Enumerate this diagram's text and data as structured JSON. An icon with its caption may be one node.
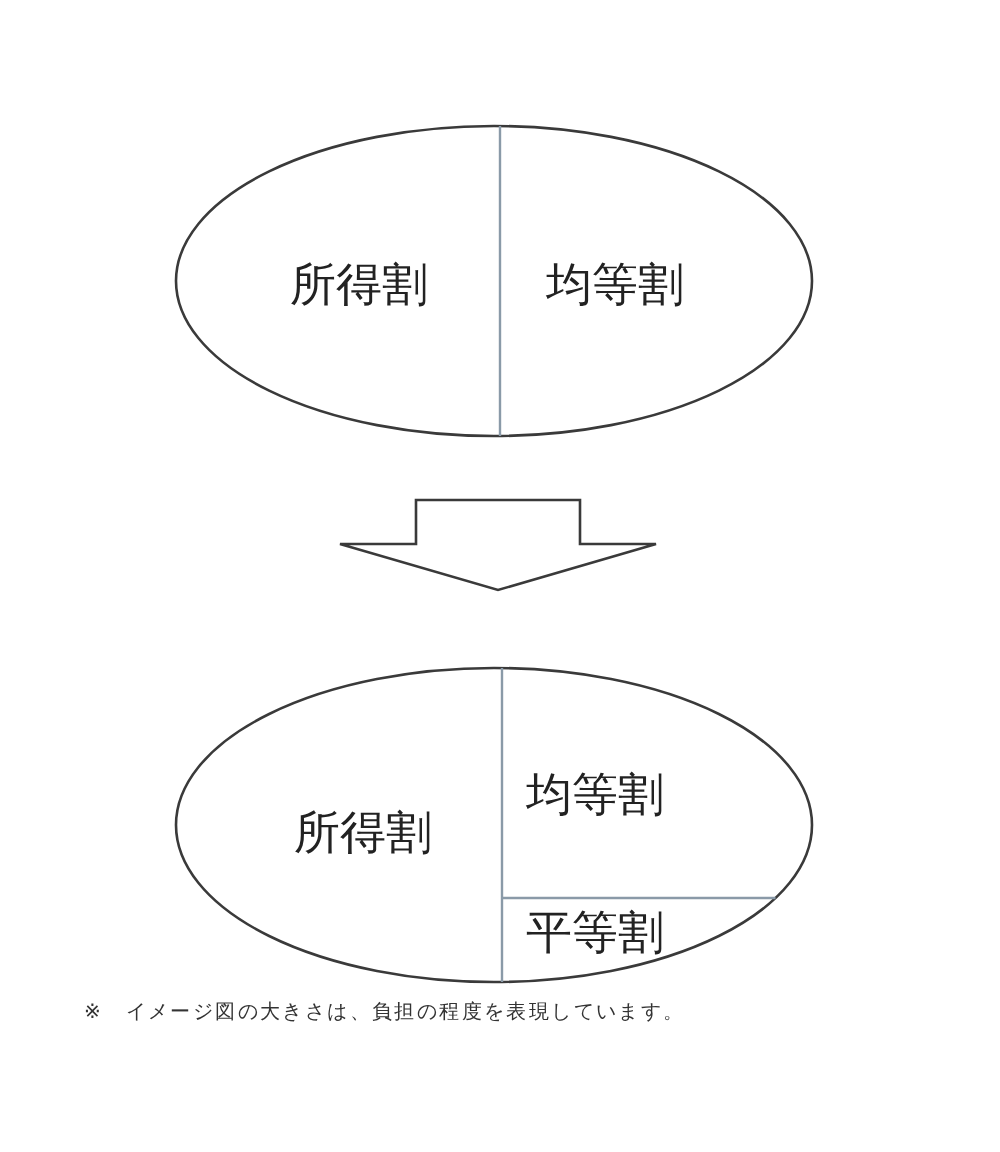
{
  "diagram": {
    "nodes": [
      {
        "text": [
          "所得割",
          "均等割"
        ]
      },
      {
        "text": [
          "所得割",
          "均等割",
          "平等割"
        ]
      }
    ],
    "edges": [
      {
        "from": 0,
        "to": 1,
        "arrow": "to"
      }
    ],
    "labels": [
      "※　イメージ図の大きさは、負担の程度を表現しています。"
    ]
  }
}
